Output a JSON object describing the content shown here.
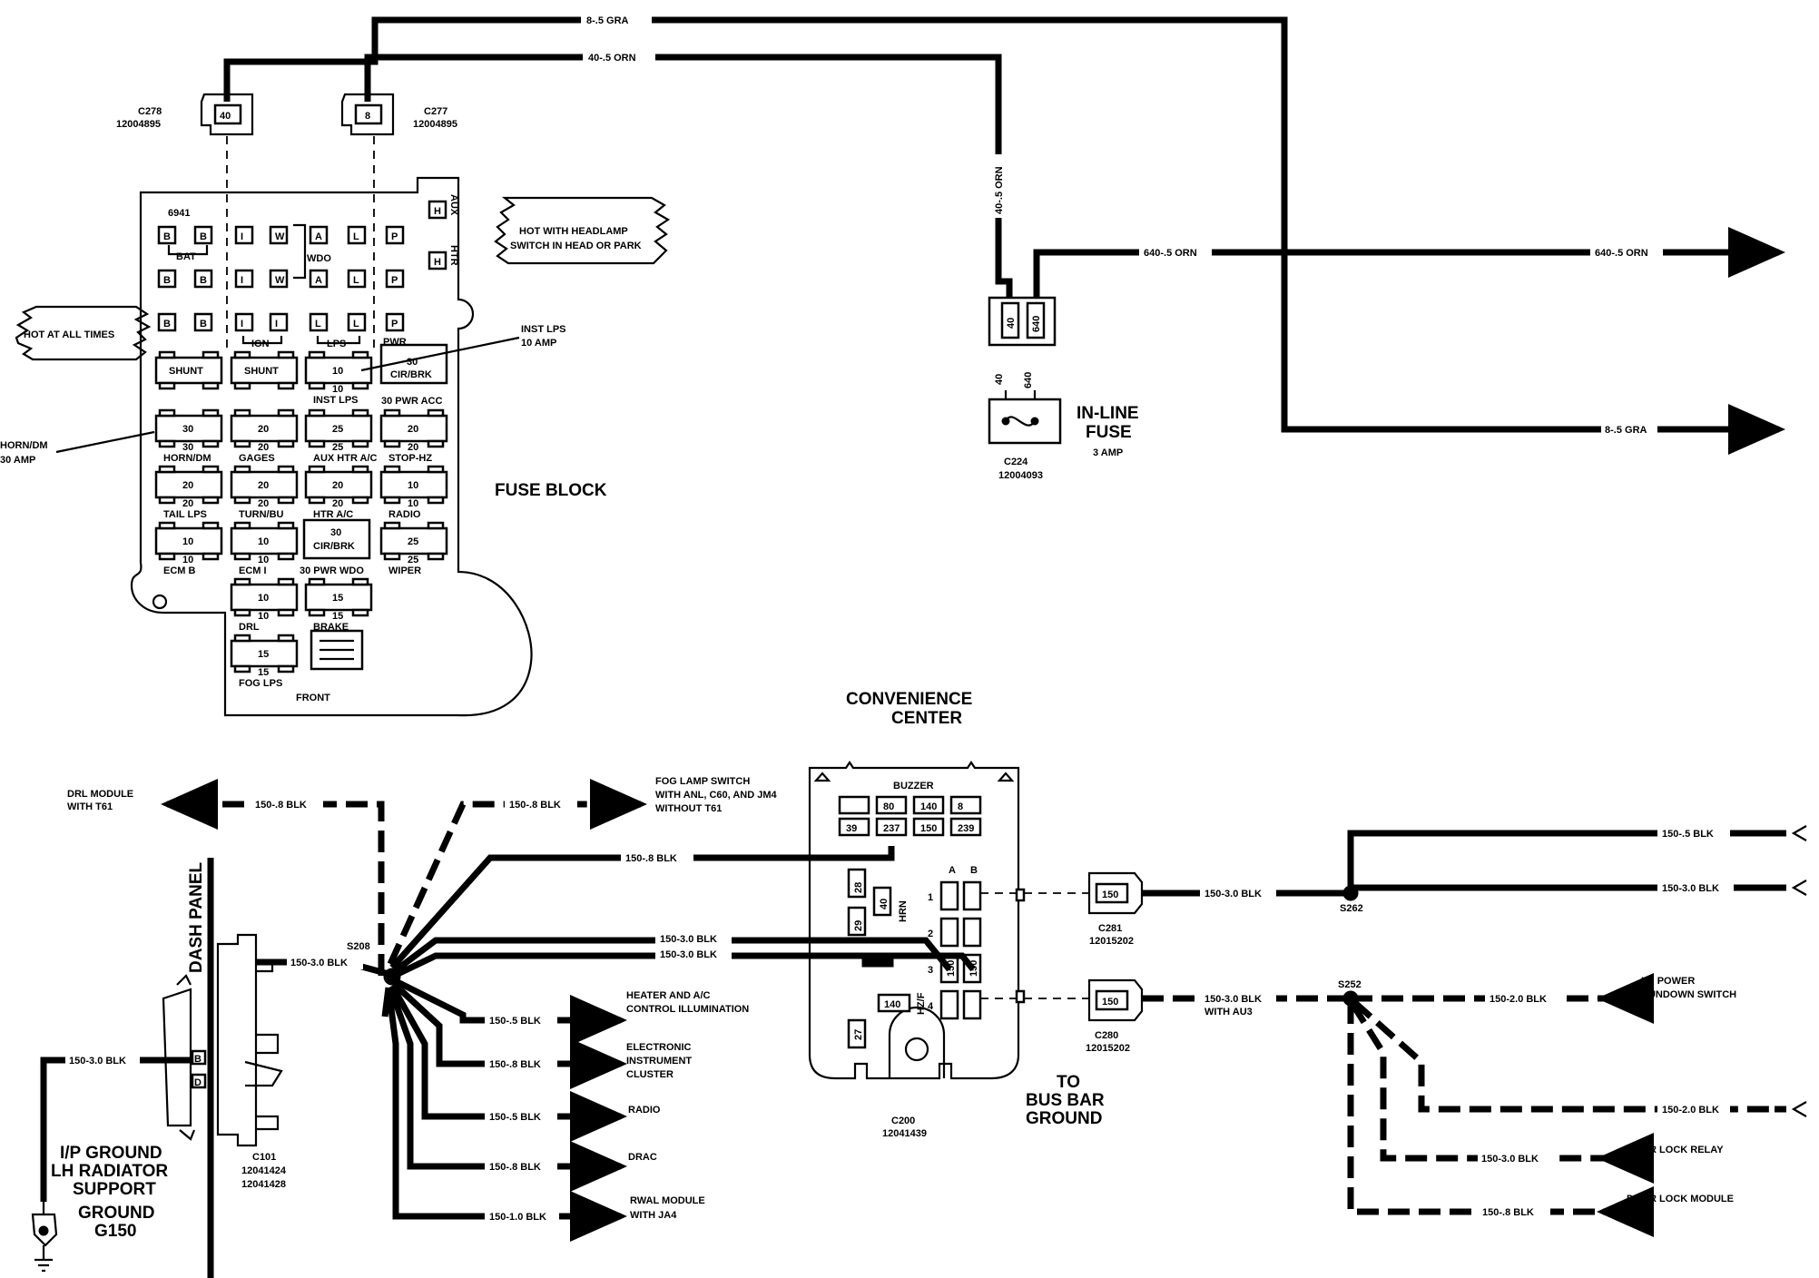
{
  "wires": {
    "gra_top": "8-.5 GRA",
    "orn_top": "40-.5 ORN",
    "orn_vertical": "40-.5 ORN",
    "orn640_a": "640-.5 ORN",
    "orn640_b": "640-.5 ORN",
    "gra_right": "8-.5 GRA",
    "blk_drl": "150-.8 BLK",
    "blk_fog": "150-.8 BLK",
    "blk_conv": "150-.8 BLK",
    "blk_30_a": "150-3.0 BLK",
    "blk_30_b": "150-3.0 BLK",
    "blk_c101": "150-3.0 BLK",
    "blk_ip": "150-3.0 BLK",
    "blk_heater": "150-.5 BLK",
    "blk_cluster": "150-.8 BLK",
    "blk_radio": "150-.5 BLK",
    "blk_drac": "150-.8 BLK",
    "blk_rwal": "150-1.0 BLK",
    "blk_c281": "150-3.0 BLK",
    "blk_r_top": "150-.5 BLK",
    "blk_r_30": "150-3.0 BLK",
    "blk_c280": "150-3.0 BLK",
    "blk_c280_sub": "WITH AU3",
    "blk_rundown": "150-2.0 BLK",
    "blk_r_20": "150-2.0 BLK",
    "blk_relay": "150-3.0 BLK",
    "blk_module": "150-.8 BLK"
  },
  "connectors": {
    "c278_name": "C278",
    "c278_part": "12004895",
    "c278_pin": "40",
    "c277_name": "C277",
    "c277_part": "12004895",
    "c277_pin": "8",
    "inline_pin_40": "40",
    "inline_pin_640": "640",
    "c224_name": "C224",
    "c224_part": "12004093",
    "c281_name": "C281",
    "c281_part": "12015202",
    "c281_pin": "150",
    "c280_name": "C280",
    "c280_part": "12015202",
    "c280_pin": "150",
    "c200_name": "C200",
    "c200_part": "12041439",
    "c101_name": "C101",
    "c101_part1": "12041424",
    "c101_part2": "12041428",
    "c101_pin_b": "B",
    "c101_pin_d": "D"
  },
  "splices": {
    "s208": "S208",
    "s262": "S262",
    "s252": "S252"
  },
  "inline_fuse": {
    "title_line1": "IN-LINE",
    "title_line2": "FUSE",
    "rating": "3 AMP"
  },
  "fuse_block": {
    "title": "FUSE BLOCK",
    "code": "6941",
    "front": "FRONT",
    "bat": "BAT",
    "wdo": "WDO",
    "ign": "IGN",
    "lps": "LPS",
    "pwr": "PWR",
    "aux_side": "AUX",
    "htr_side": "HTR",
    "callout_hot_all": "HOT AT ALL TIMES",
    "callout_headlamp_1": "HOT WITH HEADLAMP",
    "callout_headlamp_2": "SWITCH IN HEAD OR PARK",
    "callout_inst_1": "INST LPS",
    "callout_inst_2": "10 AMP",
    "callout_horn_1": "HORN/DM",
    "callout_horn_2": "30 AMP",
    "term_row1": [
      "B",
      "B",
      "I",
      "W",
      "A",
      "L",
      "P"
    ],
    "term_row2": [
      "B",
      "B",
      "I",
      "W",
      "A",
      "L",
      "P"
    ],
    "term_row3": [
      "B",
      "B",
      "I",
      "I",
      "L",
      "L",
      "P"
    ],
    "term_h1": "H",
    "term_h2": "H",
    "shunt1": "SHUNT",
    "shunt2": "SHUNT",
    "inst_lps": {
      "val": "10",
      "val2": "10",
      "name": "INST LPS"
    },
    "cir_brk_1": {
      "val": "30",
      "text": "CIR/BRK",
      "name": "30 PWR ACC"
    },
    "horn_dm": {
      "val": "30",
      "val2": "30",
      "name": "HORN/DM"
    },
    "gages": {
      "val": "20",
      "val2": "20",
      "name": "GAGES"
    },
    "aux_htr": {
      "val": "25",
      "val2": "25",
      "name": "AUX HTR A/C"
    },
    "stop_hz": {
      "val": "20",
      "val2": "20",
      "name": "STOP-HZ"
    },
    "tail_lps": {
      "val": "20",
      "val2": "20",
      "name": "TAIL LPS"
    },
    "turn_bu": {
      "val": "20",
      "val2": "20",
      "name": "TURN/BU"
    },
    "htr_ac": {
      "val": "20",
      "val2": "20",
      "name": "HTR A/C"
    },
    "radio": {
      "val": "10",
      "val2": "10",
      "name": "RADIO"
    },
    "ecm_b": {
      "val": "10",
      "val2": "10",
      "name": "ECM B"
    },
    "ecm_i": {
      "val": "10",
      "val2": "10",
      "name": "ECM I"
    },
    "cir_brk_2": {
      "val": "30",
      "text": "CIR/BRK",
      "name": "30 PWR WDO"
    },
    "wiper": {
      "val": "25",
      "val2": "25",
      "name": "WIPER"
    },
    "drl": {
      "val": "10",
      "val2": "10",
      "name": "DRL"
    },
    "brake": {
      "val": "15",
      "val2": "15",
      "name": "BRAKE"
    },
    "fog_lps": {
      "val": "15",
      "val2": "15",
      "name": "FOG LPS"
    }
  },
  "convenience_center": {
    "title_line1": "CONVENIENCE",
    "title_line2": "CENTER",
    "buzzer": "BUZZER",
    "row1": [
      "",
      "80",
      "140",
      "8"
    ],
    "row2": [
      "39",
      "237",
      "150",
      "239"
    ],
    "col_a": "A",
    "col_b": "B",
    "row_nums": [
      "1",
      "2",
      "3",
      "4"
    ],
    "v28": "28",
    "v40": "40",
    "hrn": "HRN",
    "v29": "29",
    "v150a": "150",
    "v150b": "150",
    "v140": "140",
    "hzf": "HZ/F",
    "v27": "27",
    "to_bus_1": "TO",
    "to_bus_2": "BUS BAR",
    "to_bus_3": "GROUND"
  },
  "components": {
    "drl_module_1": "DRL MODULE",
    "drl_module_2": "WITH T61",
    "fog_switch_1": "FOG LAMP SWITCH",
    "fog_switch_2": "WITH ANL, C60, AND JM4",
    "fog_switch_3": "WITHOUT T61",
    "heater_1": "HEATER AND A/C",
    "heater_2": "CONTROL ILLUMINATION",
    "cluster_1": "ELECTRONIC",
    "cluster_2": "INSTRUMENT",
    "cluster_3": "CLUSTER",
    "radio": "RADIO",
    "drac": "DRAC",
    "rwal_1": "RWAL MODULE",
    "rwal_2": "WITH JA4",
    "lh_power_1": "LH POWER",
    "lh_power_2": "RUNDOWN SWITCH",
    "door_relay": "DOOR LOCK RELAY",
    "door_module": "DOOR LOCK MODULE",
    "dash_panel": "DASH PANEL",
    "ground_1": "I/P GROUND",
    "ground_2": "LH RADIATOR",
    "ground_3": "SUPPORT",
    "ground_4": "GROUND",
    "ground_5": "G150"
  }
}
